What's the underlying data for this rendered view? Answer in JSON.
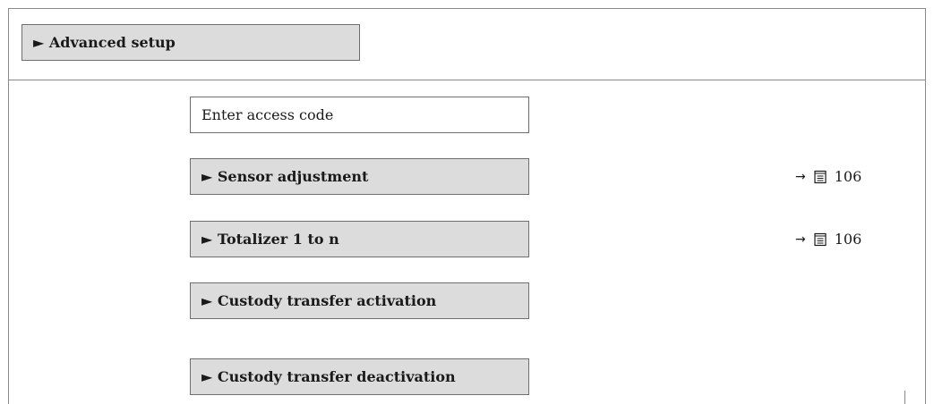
{
  "header": {
    "title": "► Advanced setup"
  },
  "items": [
    {
      "label": "Enter access code",
      "type": "parameter"
    },
    {
      "label": "► Sensor adjustment",
      "type": "submenu",
      "page_ref": "106"
    },
    {
      "label": "► Totalizer 1 to n",
      "type": "submenu",
      "page_ref": "106"
    },
    {
      "label": "► Custody transfer activation",
      "type": "submenu"
    },
    {
      "label": "► Custody transfer deactivation",
      "type": "submenu"
    }
  ],
  "icons": {
    "arrow": "arrow-right-icon",
    "book": "book-icon"
  },
  "colors": {
    "submenu_bg": "#dcdcdc",
    "border": "#6e6e6e"
  }
}
